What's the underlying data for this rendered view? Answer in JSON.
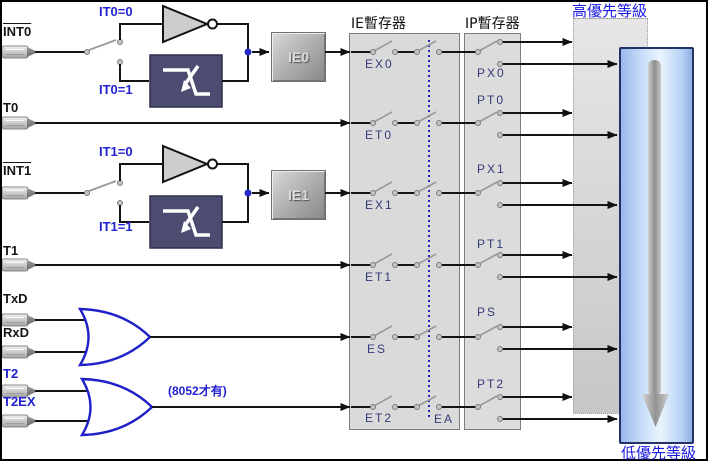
{
  "titles": {
    "ie_register": "IE暫存器",
    "ip_register": "IP暫存器",
    "high_priority": "高優先等級",
    "low_priority": "低優先等級"
  },
  "note_8052": "(8052才有)",
  "sources": {
    "int0": "INT0",
    "t0": "T0",
    "int1": "INT1",
    "t1": "T1",
    "txd": "TxD",
    "rxd": "RxD",
    "t2": "T2",
    "t2ex": "T2EX"
  },
  "modes": {
    "it0_level": "IT0=0",
    "it0_edge": "IT0=1",
    "it1_level": "IT1=0",
    "it1_edge": "IT1=1"
  },
  "latches": {
    "ie0": "IE0",
    "ie1": "IE1"
  },
  "ie_bits": {
    "ex0": "EX0",
    "et0": "ET0",
    "ex1": "EX1",
    "et1": "ET1",
    "es": "ES",
    "et2": "ET2",
    "ea": "EA"
  },
  "ip_bits": {
    "px0": "PX0",
    "pt0": "PT0",
    "px1": "PX1",
    "pt1": "PT1",
    "ps": "PS",
    "pt2": "PT2"
  },
  "colors": {
    "accent_blue": "#2121d0",
    "bit_label": "#333a78",
    "wire": "#141414",
    "register_fill": "#dadada",
    "edge_detector_fill": "#4c4c70",
    "panel_border": "#223266"
  }
}
